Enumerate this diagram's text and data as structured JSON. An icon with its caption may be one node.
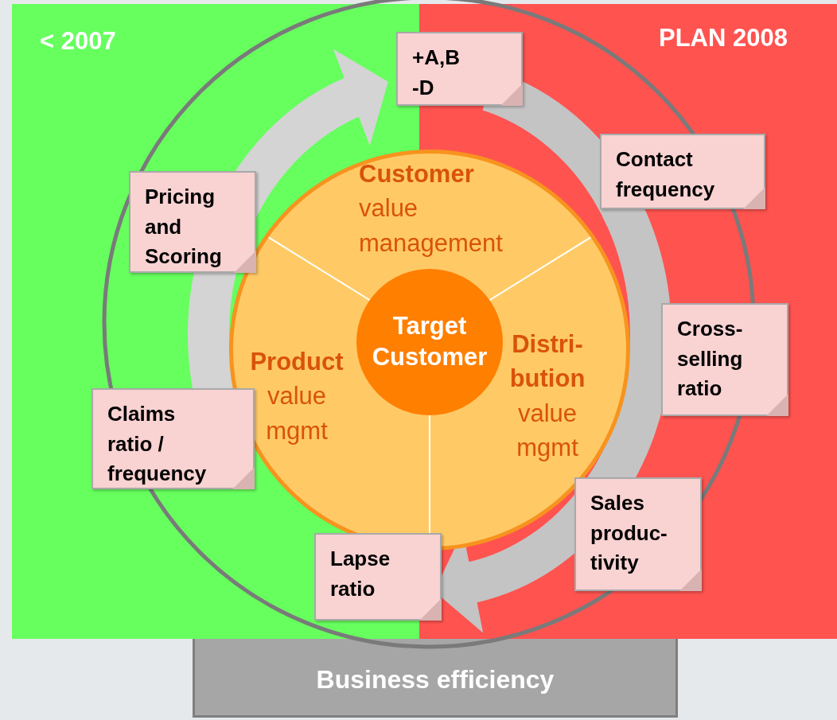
{
  "diagram": {
    "nodes": [
      {
        "text": [],
        "shape": "circle"
      },
      {
        "text": [
          "Target Customer"
        ],
        "in": 0
      },
      {
        "text": [
          "Customer",
          "value management"
        ],
        "in": 0
      },
      {
        "text": [
          "Product",
          "value mgmt"
        ],
        "in": 0
      },
      {
        "text": [
          "Distri- bution",
          "value mgmt"
        ],
        "in": 0
      },
      {
        "text": [
          "+A,B -D"
        ]
      },
      {
        "text": [
          "Pricing and Scoring"
        ]
      },
      {
        "text": [
          "Contact frequency"
        ]
      },
      {
        "text": [
          "Cross- selling ratio"
        ]
      },
      {
        "text": [
          "Claims ratio / frequency"
        ]
      },
      {
        "text": [
          "Sales produc- tivity"
        ]
      },
      {
        "text": [
          "Lapse ratio"
        ]
      },
      {
        "text": [
          "Business efficiency"
        ]
      }
    ],
    "edges": [
      {
        "from": 9,
        "to": 5,
        "arrow": "to"
      },
      {
        "from": 5,
        "to": 11,
        "arrow": "to"
      }
    ],
    "labels": [
      "< 2007",
      "PLAN 2008"
    ]
  }
}
